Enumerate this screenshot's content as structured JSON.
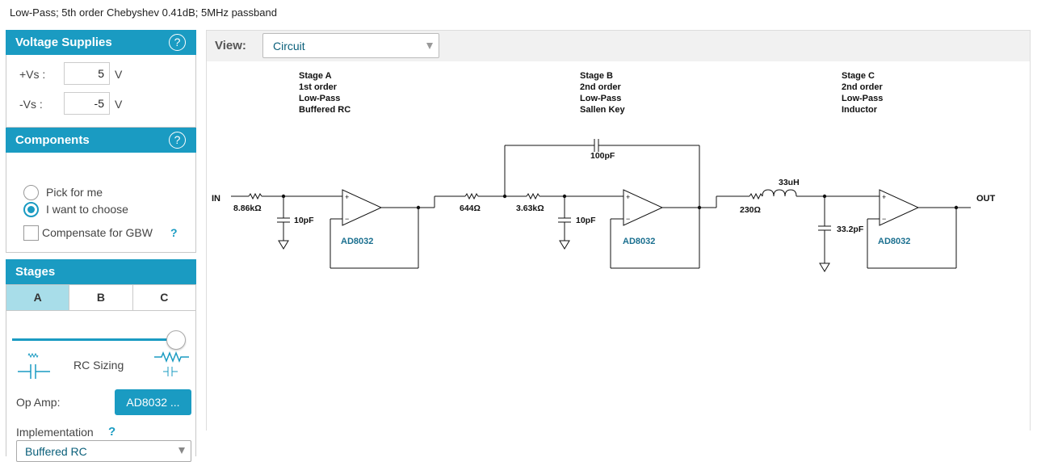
{
  "page_title": "Low-Pass; 5th order Chebyshev 0.41dB; 5MHz passband",
  "supplies": {
    "header": "Voltage Supplies",
    "help": "?",
    "pos_label": "+Vs :",
    "pos_value": "5",
    "neg_label": "-Vs :",
    "neg_value": "-5",
    "unit": "V"
  },
  "components": {
    "header": "Components",
    "help": "?",
    "option_pick": "Pick for me",
    "option_choose": "I want to choose",
    "selected": "I want to choose",
    "compensate_label": "Compensate for GBW",
    "compensate_help": "?",
    "compensate_checked": false
  },
  "stages_panel": {
    "header": "Stages",
    "tabs": [
      "A",
      "B",
      "C"
    ],
    "active_tab": "A",
    "slider_label": "RC Sizing",
    "slider_value": 1.0,
    "opamp_label": "Op Amp:",
    "opamp_button": "AD8032 ...",
    "impl_label": "Implementation",
    "impl_help": "?",
    "impl_value": "Buffered RC"
  },
  "view": {
    "label": "View:",
    "value": "Circuit"
  },
  "circuit": {
    "stage_a": {
      "title": "Stage A",
      "order": "1st order",
      "type": "Low-Pass",
      "topology": "Buffered RC"
    },
    "stage_b": {
      "title": "Stage B",
      "order": "2nd order",
      "type": "Low-Pass",
      "topology": "Sallen Key"
    },
    "stage_c": {
      "title": "Stage C",
      "order": "2nd order",
      "type": "Low-Pass",
      "topology": "Inductor"
    },
    "in_label": "IN",
    "out_label": "OUT",
    "r1": "8.86kΩ",
    "c1": "10pF",
    "r2": "644Ω",
    "r3": "3.63kΩ",
    "c2": "10pF",
    "c_fb": "100pF",
    "r4": "230Ω",
    "l1": "33uH",
    "c3": "33.2pF",
    "opamp": "AD8032",
    "plus": "+",
    "minus": "−"
  },
  "colors": {
    "accent": "#1a9bc2",
    "active_tab": "#a8dde9",
    "opamp_label": "#1a6f8f"
  }
}
